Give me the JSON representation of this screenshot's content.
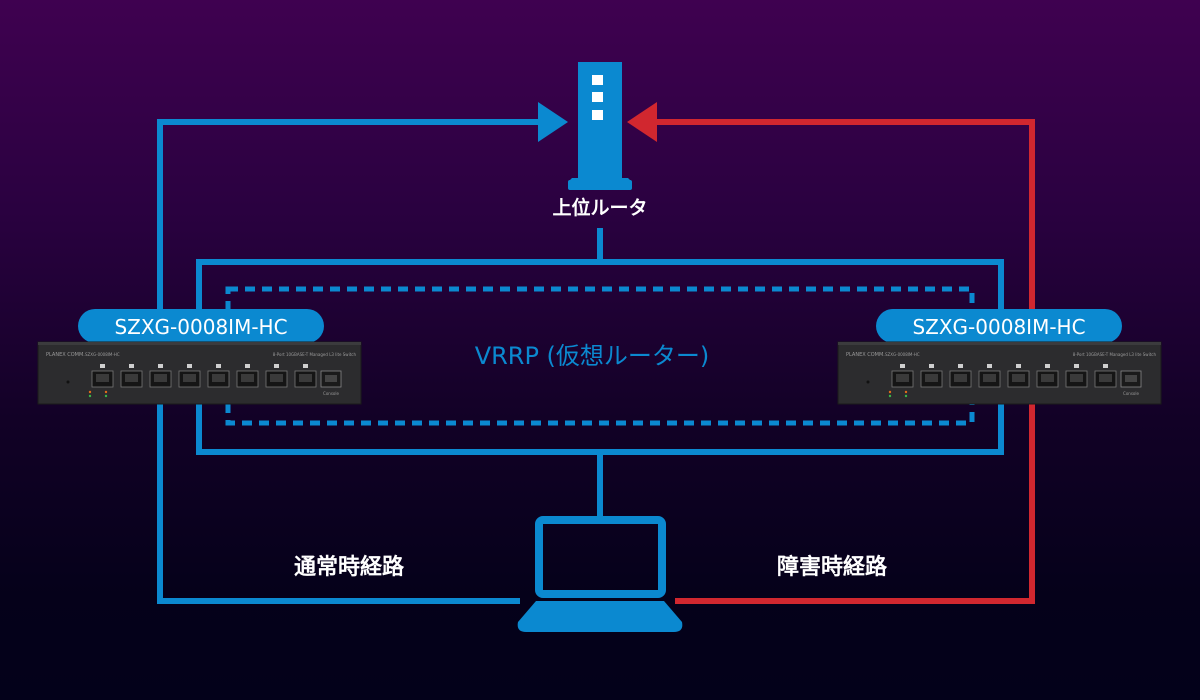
{
  "colors": {
    "normal_path": "#0b89d0",
    "failover_path": "#d1272f",
    "background_top": "#3f0150",
    "background_bottom": "#03011a",
    "label_text": "#ffffff",
    "switch_body": "#2a2a2c"
  },
  "router": {
    "icon": "router-icon",
    "label": "上位ルータ"
  },
  "vrrp": {
    "label": "VRRP (仮想ルーター)"
  },
  "switches": [
    {
      "model_badge": "SZXG-0008IM-HC",
      "brand": "PLANEX COMM.",
      "model_small": "SZXG-0008IM-HC",
      "description": "8-Port 10GBASE-T Managed L3 lite Switch",
      "console_label": "Console",
      "port_count": 8
    },
    {
      "model_badge": "SZXG-0008IM-HC",
      "brand": "PLANEX COMM.",
      "model_small": "SZXG-0008IM-HC",
      "description": "8-Port 10GBASE-T Managed L3 lite Switch",
      "console_label": "Console",
      "port_count": 8
    }
  ],
  "client": {
    "icon": "laptop-icon"
  },
  "paths": {
    "normal_label": "通常時経路",
    "failover_label": "障害時経路"
  }
}
